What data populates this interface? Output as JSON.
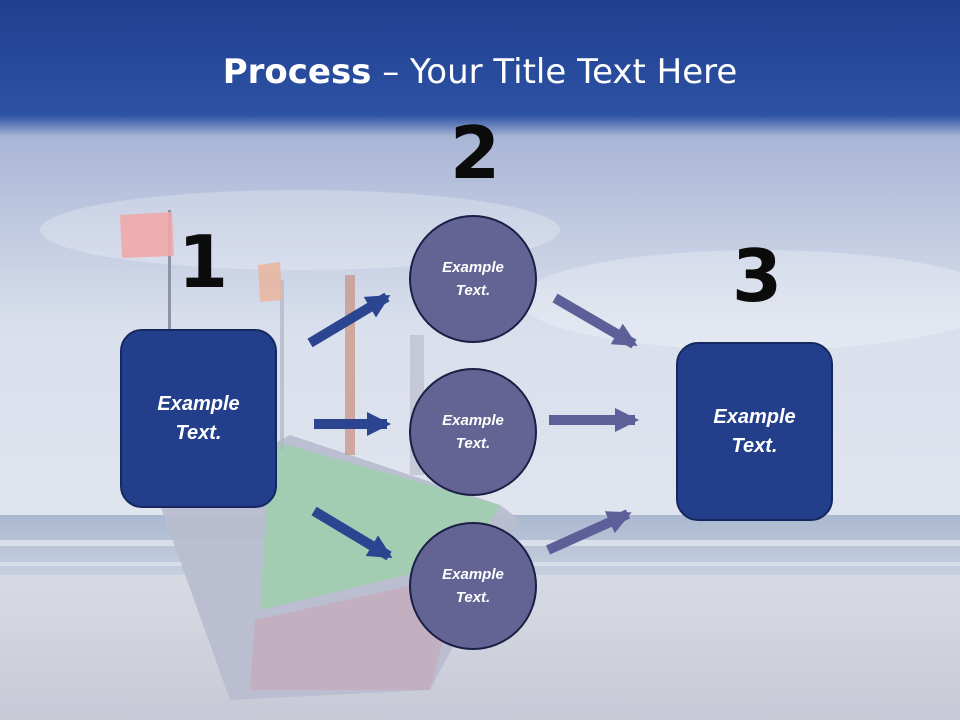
{
  "title": {
    "bold": "Process",
    "rest": " – Your Title Text Here"
  },
  "steps": [
    {
      "number": "1",
      "text": "Example\nText."
    },
    {
      "number": "2"
    },
    {
      "number": "3",
      "text": "Example\nText."
    }
  ],
  "circles": [
    {
      "text": "Example\nText."
    },
    {
      "text": "Example\nText."
    },
    {
      "text": "Example\nText."
    }
  ],
  "colors": {
    "header": "#2a4ea0",
    "box_fill": "#233f8c",
    "circle_fill": "#636394",
    "arrow_left": "#2b4591",
    "arrow_right": "#5d5f98"
  }
}
